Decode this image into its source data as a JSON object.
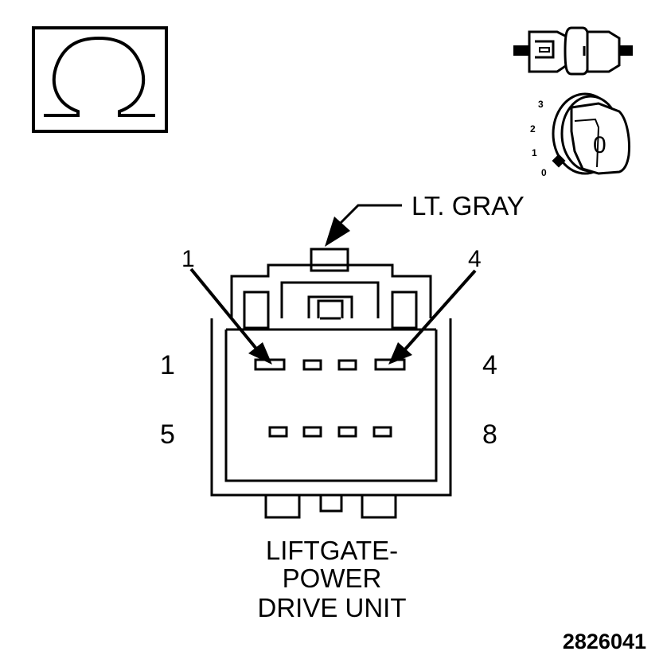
{
  "symbols": {
    "ohm": {
      "icon": "ohm-symbol-icon"
    },
    "connector_disconnected": {
      "icon": "disconnected-connector-icon"
    },
    "ignition": {
      "icon": "ignition-key-icon",
      "positions": [
        "3",
        "2",
        "1",
        "0"
      ],
      "key_mark": "0"
    }
  },
  "connector": {
    "color_label": "LT. GRAY",
    "pointer_left": "1",
    "pointer_right": "4",
    "row_labels": {
      "top_left": "1",
      "top_right": "4",
      "bottom_left": "5",
      "bottom_right": "8"
    },
    "pins_per_row": 4,
    "rows": 2,
    "name_lines": [
      "LIFTGATE-",
      "POWER",
      "DRIVE UNIT"
    ]
  },
  "figure_number": "2826041"
}
